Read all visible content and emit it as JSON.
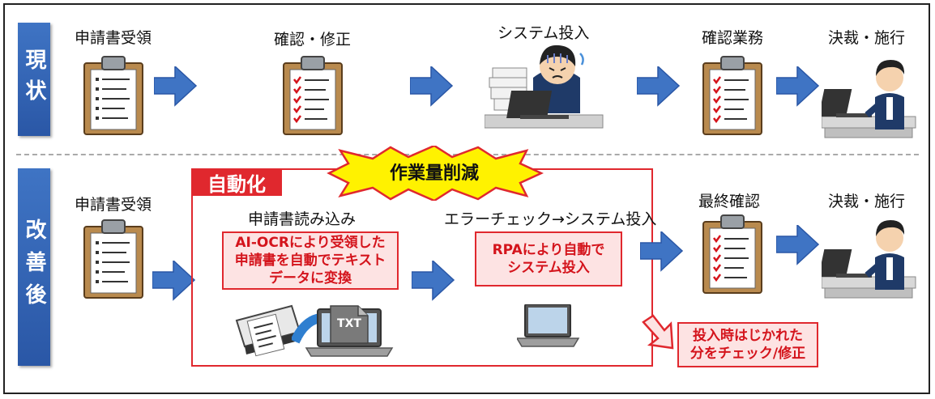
{
  "rows": {
    "current": {
      "label": "現状",
      "steps": [
        "申請書受領",
        "確認・修正",
        "システム投入",
        "確認業務",
        "決裁・施行"
      ]
    },
    "improved": {
      "label": "改善後",
      "steps": {
        "receive": "申請書受領",
        "read": "申請書読み込み",
        "error_check": "エラーチェック→システム投入",
        "final_check": "最終確認",
        "approve": "決裁・施行"
      }
    }
  },
  "automation": {
    "tag": "自動化",
    "burst": "作業量削減",
    "ocr_note": [
      "AI-OCRにより受領した",
      "申請書を自動でテキスト",
      "データに変換"
    ],
    "rpa_note": [
      "RPAにより自動で",
      "システム投入"
    ],
    "txt_label": "TXT",
    "exception_note": [
      "投入時はじかれた",
      "分をチェック/修正"
    ]
  },
  "colors": {
    "arrow": "#3f74c4",
    "label_blue": "#2a57a6",
    "accent_red": "#e0282e",
    "note_fill": "#fde3e3",
    "burst_yellow": "#fff200"
  },
  "icons": [
    "clipboard-checklist-icon",
    "clipboard-checked-icon",
    "stressed-worker-icon",
    "office-worker-icon",
    "scanner-icon",
    "laptop-icon",
    "txt-file-icon"
  ]
}
